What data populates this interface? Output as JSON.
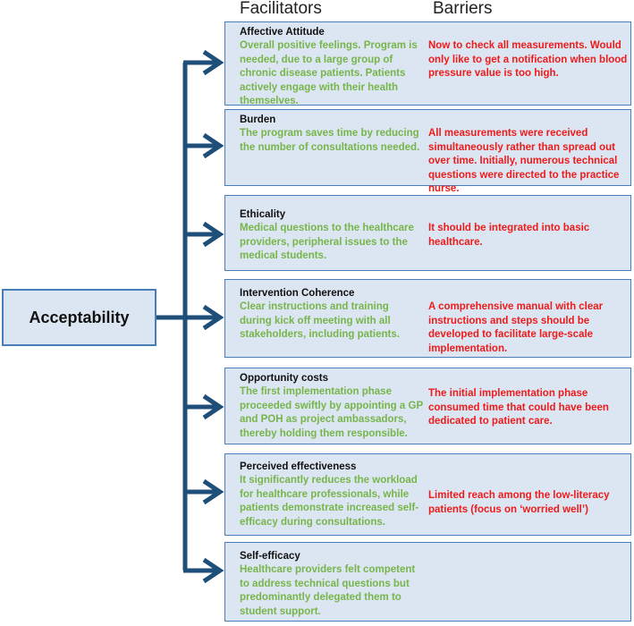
{
  "headers": {
    "facilitators": "Facilitators",
    "barriers": "Barriers"
  },
  "root": {
    "label": "Acceptability"
  },
  "colors": {
    "box_fill": "#dce6f2",
    "box_border": "#4a7ebb",
    "connector": "#1f4e79",
    "facilitator_text": "#77b54a",
    "barrier_text": "#ee1b1b"
  },
  "dimensions": [
    {
      "title": "Affective Attitude",
      "facilitator": "Overall positive feelings. Program is needed, due to a large group of chronic disease patients. Patients actively engage with their health themselves.",
      "barrier": "Now to check all measurements. Would only like to get a notification when blood pressure value is too high."
    },
    {
      "title": "Burden",
      "facilitator": "The program saves time by reducing the number of consultations needed.",
      "barrier": "All measurements were received simultaneously rather than spread out over time. Initially, numerous technical questions were directed to the practice nurse."
    },
    {
      "title": "Ethicality",
      "facilitator": "Medical questions to the healthcare providers, peripheral issues to the medical students.",
      "barrier": "It should be integrated into basic healthcare."
    },
    {
      "title": "Intervention Coherence",
      "facilitator": "Clear instructions and training during kick off meeting with all stakeholders, including patients.",
      "barrier": "A comprehensive manual with clear instructions and steps should be developed to facilitate large-scale implementation."
    },
    {
      "title": "Opportunity costs",
      "facilitator": "The first implementation phase proceeded swiftly by appointing a GP and POH as project ambassadors, thereby holding them responsible.",
      "barrier": "The initial implementation phase consumed time that could have been dedicated to patient care."
    },
    {
      "title": "Perceived effectiveness",
      "facilitator": "It significantly reduces the workload for healthcare professionals, while patients demonstrate increased self-efficacy during consultations.",
      "barrier": "Limited reach among the low-literacy patients (focus on ‘worried well’)"
    },
    {
      "title": "Self-efficacy",
      "facilitator": "Healthcare providers felt competent to address technical questions but predominantly delegated them to student support.",
      "barrier": ""
    }
  ]
}
